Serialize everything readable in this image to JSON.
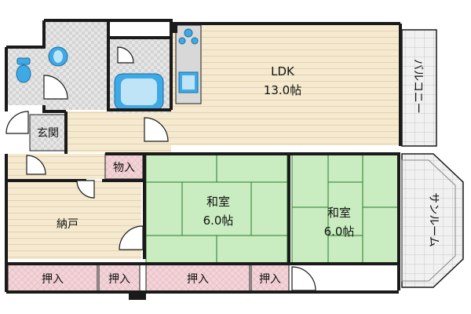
{
  "floor_plan": {
    "rooms": {
      "ldk": {
        "name": "LDK",
        "size": "13.0帖"
      },
      "balcony": {
        "name": "バルコニー"
      },
      "sunroom": {
        "name": "サンルーム"
      },
      "washitsu_left": {
        "name": "和室",
        "size": "6.0帖"
      },
      "washitsu_right": {
        "name": "和室",
        "size": "6.0帖"
      },
      "nando": {
        "name": "納戸"
      },
      "genkan": {
        "name": "玄関"
      },
      "closet_mid": {
        "name": "物入"
      },
      "oshiire_1": {
        "name": "押入"
      },
      "oshiire_2": {
        "name": "押入"
      },
      "oshiire_3": {
        "name": "押入"
      },
      "oshiire_4": {
        "name": "押入"
      }
    },
    "colors": {
      "wood_floor": "#f5e9cf",
      "tatami": "#c9ecc0",
      "tatami_lines": "#2a7a2a",
      "storage_pink": "#f2d4d8",
      "wet_area": "#e4e4e4",
      "fixture_blue": "#3fa9e6",
      "wall": "#1a1a1a",
      "balcony_grey": "#ececec"
    }
  }
}
